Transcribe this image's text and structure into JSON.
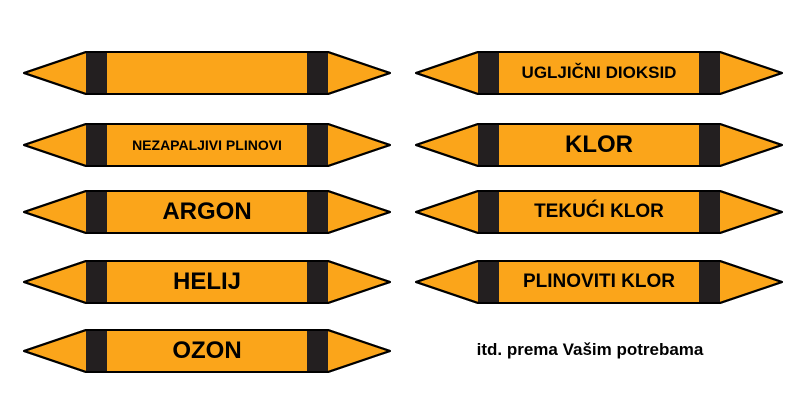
{
  "colors": {
    "body": "#FBA51A",
    "band": "#231F20",
    "outline": "#000000"
  },
  "left_column": [
    {
      "label": ""
    },
    {
      "label": "NEZAPALJIVI PLINOVI"
    },
    {
      "label": "ARGON"
    },
    {
      "label": "HELIJ"
    },
    {
      "label": "OZON"
    }
  ],
  "right_column": [
    {
      "label": "UGLJIČNI DIOKSID"
    },
    {
      "label": "KLOR"
    },
    {
      "label": "TEKUĆI KLOR"
    },
    {
      "label": "PLINOVITI KLOR"
    }
  ],
  "footnote": "itd. prema Vašim potrebama"
}
